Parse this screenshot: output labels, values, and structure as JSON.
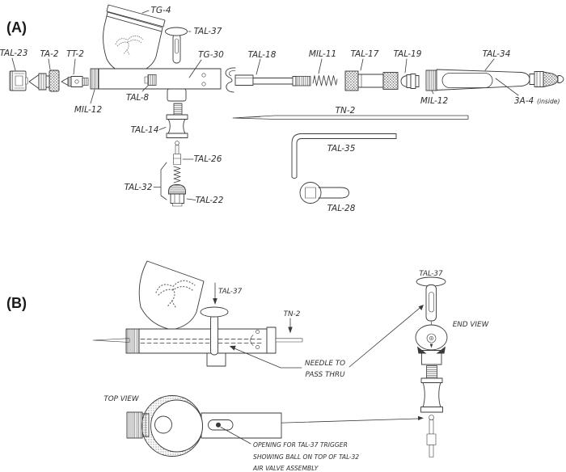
{
  "colors": {
    "ink": "#3a3a3a",
    "label_text": "#2f2f2f",
    "background": "#ffffff"
  },
  "section_a": {
    "marker": "(A)",
    "labels": {
      "tg4": "TG-4",
      "tal37": "TAL-37",
      "tal23": "TAL-23",
      "ta2": "TA-2",
      "tt2": "TT-2",
      "tg30": "TG-30",
      "tal18": "TAL-18",
      "mil11": "MIL-11",
      "tal17": "TAL-17",
      "tal19": "TAL-19",
      "tal34": "TAL-34",
      "mil12_left": "MIL-12",
      "mil12_right": "MIL-12",
      "a3a4": "3A-4",
      "a3a4_note": "(inside)",
      "tal8": "TAL-8",
      "tal14": "TAL-14",
      "tal26": "TAL-26",
      "tal32": "TAL-32",
      "tal22": "TAL-22",
      "tn2": "TN-2",
      "tal35": "TAL-35",
      "tal28": "TAL-28"
    }
  },
  "section_b": {
    "marker": "(B)",
    "labels": {
      "tal37_side": "TAL-37",
      "tn2": "TN-2",
      "tal37_end": "TAL-37",
      "end_view": "END VIEW",
      "top_view": "TOP VIEW",
      "needle_note_line1": "NEEDLE TO",
      "needle_note_line2": "PASS THRU",
      "opening_note_line1": "OPENING FOR  TAL-37 TRIGGER",
      "opening_note_line2": "SHOWING BALL ON TOP OF  TAL-32",
      "opening_note_line3": "AIR VALVE ASSEMBLY"
    }
  }
}
